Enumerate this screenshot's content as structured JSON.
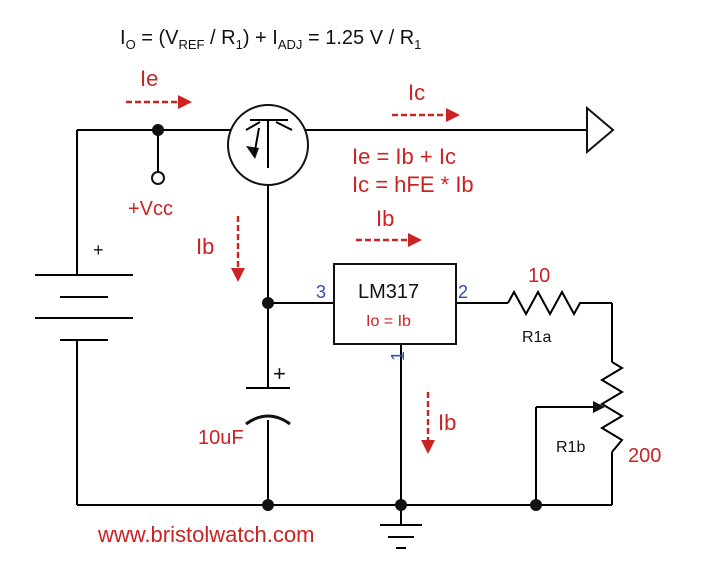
{
  "formula": {
    "parts": [
      "I",
      "O",
      " = (V",
      "REF",
      " / R",
      "1",
      ") + I",
      "ADJ",
      " = 1.25 V / R",
      "1"
    ]
  },
  "currents": {
    "ie_label": "Ie",
    "ic_label": "Ic",
    "ib_label_left": "Ib",
    "ib_label_top": "Ib",
    "ib_label_bottom": "Ib"
  },
  "equations": {
    "line1": "Ie = Ib + Ic",
    "line2": "Ic = hFE * Ib"
  },
  "supply": {
    "vcc_label": "+Vcc",
    "battery_plus": "+"
  },
  "regulator": {
    "name": "LM317",
    "note": "Io = Ib",
    "pin_adj": "1",
    "pin_out": "2",
    "pin_in": "3"
  },
  "resistors": {
    "r1a_value": "10",
    "r1a_name": "R1a",
    "r1b_value": "200",
    "r1b_name": "R1b"
  },
  "capacitor": {
    "value": "10uF",
    "plus": "+"
  },
  "footer": {
    "website": "www.bristolwatch.com"
  },
  "colors": {
    "annotation": "#cc2222",
    "pin_numbers": "#2a4fb5",
    "wires": "#000000"
  }
}
